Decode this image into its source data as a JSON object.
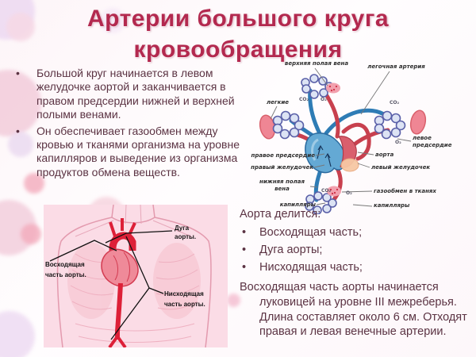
{
  "title": {
    "line1": "Артерии большого круга",
    "line2": "кровообращения"
  },
  "left_bullets": [
    "Большой круг начинается в левом желудочке аортой и заканчивается в правом предсердии нижней и верхней полыми венами.",
    "Он обеспечивает газообмен между кровью и тканями организма на уровне капилляров и выведение из организма продуктов обмена веществ."
  ],
  "right_text": {
    "heading": "Аорта делится:",
    "bullets": [
      "Восходящая часть;",
      "Дуга аорты;",
      "Нисходящая часть;"
    ],
    "paragraph": "Восходящая часть аорты начинается луковицей на уровне III межреберья. Длина составляет около 6 см. Отходят правая и левая венечные артерии."
  },
  "bullet_glyph": "•",
  "circulation_diagram": {
    "labels": {
      "superior_vena_cava": "верхняя полая вена",
      "pulmonary_artery": "легочная артерия",
      "lungs": "легкие",
      "left_atrium": "левое предсердие",
      "right_atrium": "правое предсердие",
      "aorta": "аорта",
      "right_ventricle": "правый желудочек",
      "left_ventricle": "левый желудочек",
      "inferior_vena_cava": "нижняя полая вена",
      "gas_exchange": "газообмен в тканях",
      "capillaries_left": "капилляры",
      "capillaries_right": "капилляры",
      "co2": "CO₂",
      "o2": "O₂"
    }
  },
  "torso_figure": {
    "labels": {
      "aortic_arch": "Дуга аорты.",
      "ascending": "Восходящая часть аорты.",
      "descending": "Нисходящая часть аорты."
    }
  },
  "colors": {
    "title": "#b3294f",
    "body_text": "#5b3343",
    "artery_red": "#c8404e",
    "vein_blue": "#2e7cb5",
    "torso_bg": "#fbdce6"
  }
}
